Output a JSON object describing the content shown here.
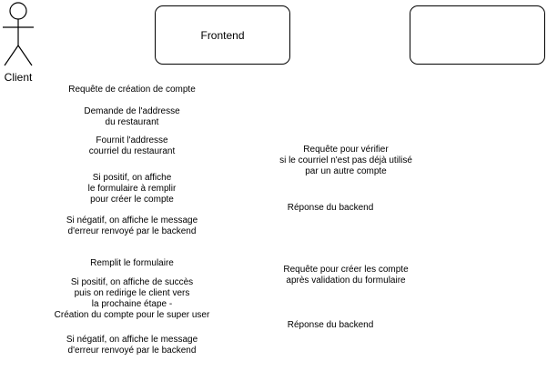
{
  "actors": {
    "client": {
      "label": "Client",
      "icon": "stick-figure-icon"
    },
    "frontend": {
      "label": "Frontend"
    },
    "backend": {
      "label": ""
    }
  },
  "messages": {
    "m1": "Requête de création de compte",
    "m2": "Demande de l'addresse\ndu restaurant",
    "m3": "Fournit l'addresse\ncourriel du restaurant",
    "m4": "Si positif, on affiche\nle formulaire à remplir\npour créer le compte",
    "m5": "Si négatif, on affiche le message\nd'erreur renvoyé par le backend",
    "m6": "Remplit le formulaire",
    "m7": "Si positif, on affiche de succès\npuis on redirige le client vers\nla prochaine étape -\nCréation du compte pour le super user",
    "m8": "Si négatif, on affiche le message\nd'erreur renvoyé par le backend",
    "b1": "Requête pour vérifier\nsi le courriel n'est pas déjà utilisé\npar un autre compte",
    "b2": "Réponse du backend",
    "b3": "Requête pour créer les compte\naprès validation du formulaire",
    "b4": "Réponse du backend"
  },
  "colors": {
    "stroke": "#000000",
    "background": "#ffffff"
  }
}
